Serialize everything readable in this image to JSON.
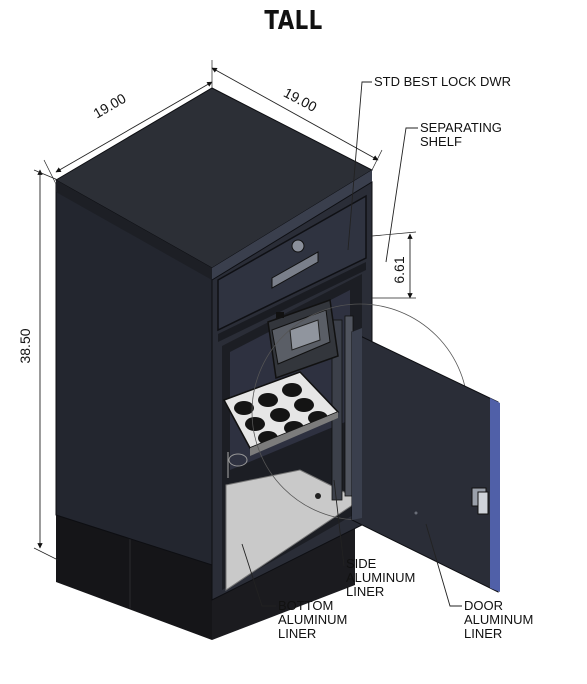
{
  "title": "TALL",
  "dimensions": {
    "width_left": "19.00",
    "width_right": "19.00",
    "height": "38.50",
    "drawer_height": "6.61"
  },
  "callouts": {
    "lock_drawer": "STD BEST LOCK DWR",
    "shelf_line1": "SEPARATING",
    "shelf_line2": "SHELF",
    "side_line1": "SIDE",
    "side_line2": "ALUMINUM",
    "side_line3": "LINER",
    "bottom_line1": "BOTTOM",
    "bottom_line2": "ALUMINUM",
    "bottom_line3": "LINER",
    "door_line1": "DOOR",
    "door_line2": "ALUMINUM",
    "door_line3": "LINER"
  },
  "colors": {
    "cabinet_body": "#23262f",
    "cabinet_edge": "#3a3f4d",
    "top_surface": "#2c2f36",
    "plinth": "#151518",
    "liner": "#c9c9c9",
    "door_edge": "#5060a8"
  }
}
